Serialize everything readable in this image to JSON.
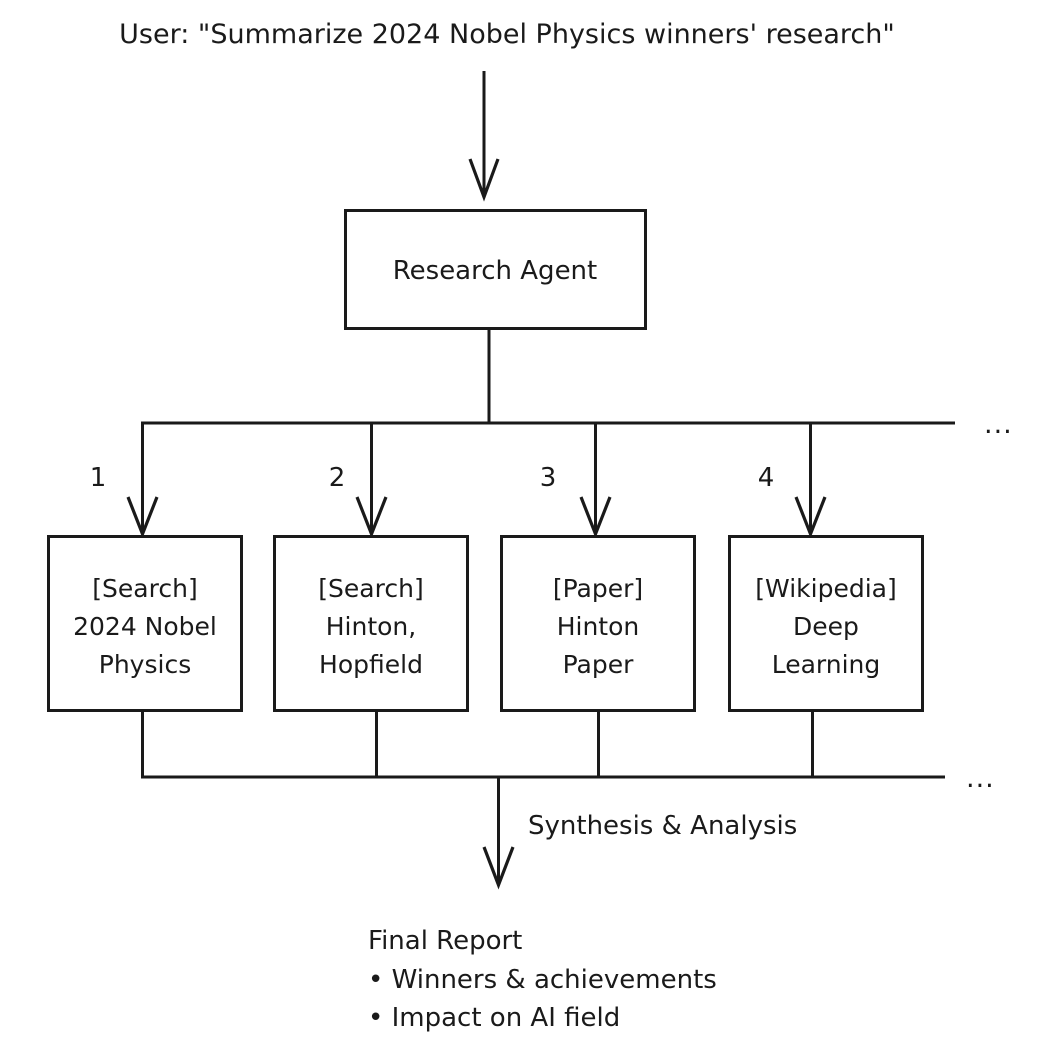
{
  "diagram": {
    "type": "agent-research-flow",
    "background_color": "#ffffff",
    "stroke_color": "#1a1a1a",
    "prompt": {
      "label": "User: \"Summarize 2024 Nobel Physics winners' research\""
    },
    "agent": {
      "label": "Research Agent"
    },
    "fanout_ellipsis": "...",
    "fanin_ellipsis": "...",
    "tasks": [
      {
        "index": "1",
        "line1": "[Search]",
        "line2": "2024 Nobel",
        "line3": "Physics"
      },
      {
        "index": "2",
        "line1": "[Search]",
        "line2": "Hinton,",
        "line3": "Hopfield"
      },
      {
        "index": "3",
        "line1": "[Paper]",
        "line2": "Hinton",
        "line3": "Paper"
      },
      {
        "index": "4",
        "line1": "[Wikipedia]",
        "line2": "Deep",
        "line3": "Learning"
      }
    ],
    "synthesis": {
      "label": "Synthesis & Analysis"
    },
    "report": {
      "title": "Final Report",
      "bullets": [
        "• Winners & achievements",
        "• Impact on AI field"
      ]
    }
  }
}
